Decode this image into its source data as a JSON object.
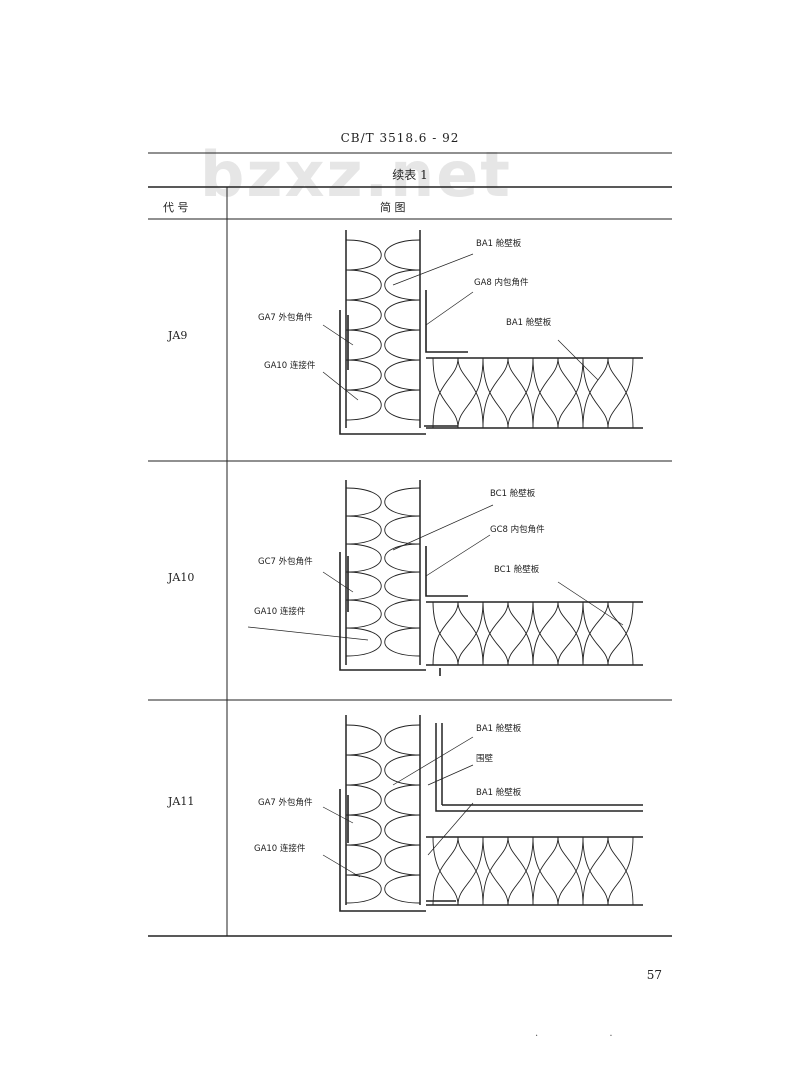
{
  "header": {
    "standard": "CB/T 3518.6 - 92",
    "watermark": "bzxz.net"
  },
  "table": {
    "caption": "续表 1",
    "col_code": "代 号",
    "col_figure": "简 图",
    "rows": [
      {
        "code": "JA9",
        "labels": {
          "top1": "BA1 舱壁板",
          "top2": "GA8 内包角件",
          "left1": "GA7 外包角件",
          "right1": "BA1 舱壁板",
          "left2": "GA10 连接件"
        }
      },
      {
        "code": "JA10",
        "labels": {
          "top1": "BC1 舱壁板",
          "top2": "GC8 内包角件",
          "left1": "GC7 外包角件",
          "right1": "BC1 舱壁板",
          "left2": "GA10 连接件"
        }
      },
      {
        "code": "JA11",
        "labels": {
          "top1": "BA1 舱壁板",
          "top2": "围壁",
          "left1": "GA7 外包角件",
          "right1": "BA1 舱壁板",
          "left2": "GA10 连接件"
        }
      }
    ]
  },
  "footer": {
    "page_number": "57",
    "marks": ". ."
  }
}
